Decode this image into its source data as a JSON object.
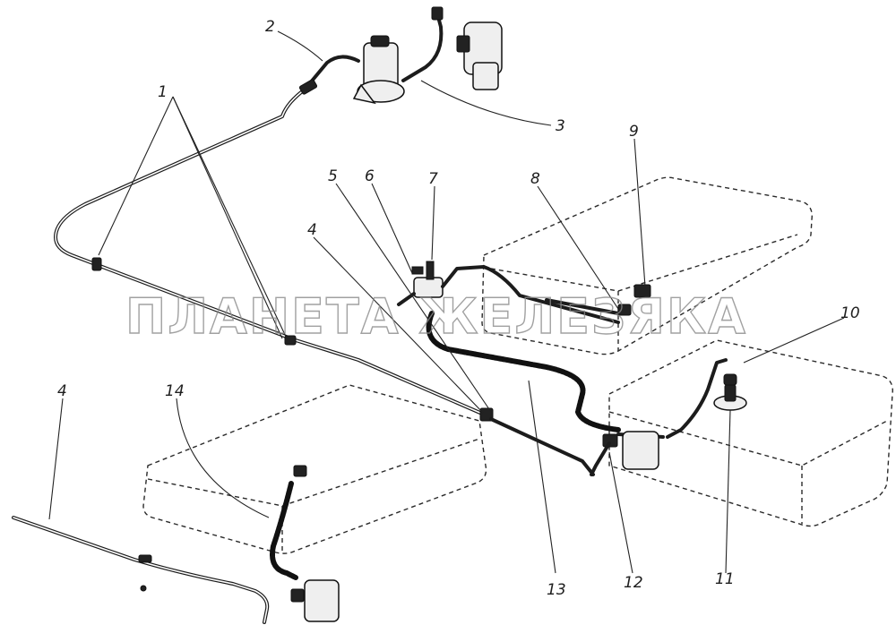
{
  "watermark": "ПЛАНЕТА ЖЕЛЕЗЯКА",
  "callouts": [
    {
      "id": "1",
      "text": "1"
    },
    {
      "id": "2",
      "text": "2"
    },
    {
      "id": "3",
      "text": "3"
    },
    {
      "id": "4a",
      "text": "4"
    },
    {
      "id": "4b",
      "text": "4"
    },
    {
      "id": "5",
      "text": "5"
    },
    {
      "id": "6",
      "text": "6"
    },
    {
      "id": "7",
      "text": "7"
    },
    {
      "id": "8",
      "text": "8"
    },
    {
      "id": "9",
      "text": "9"
    },
    {
      "id": "10",
      "text": "10"
    },
    {
      "id": "11",
      "text": "11"
    },
    {
      "id": "12",
      "text": "12"
    },
    {
      "id": "13",
      "text": "13"
    },
    {
      "id": "14",
      "text": "14"
    }
  ],
  "colors": {
    "ink": "#1c1c1c",
    "paper": "#ffffff",
    "watermark": "#8a8a8a"
  }
}
